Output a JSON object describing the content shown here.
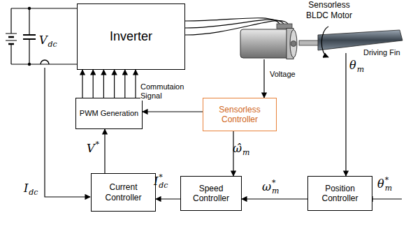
{
  "diagram": {
    "nodes": [
      {
        "text": [
          "Inverter"
        ]
      },
      {
        "text": [
          "Sensorless BLDC Motor"
        ]
      },
      {
        "text": [
          "PWM Generation"
        ]
      },
      {
        "text": [
          "Sensorless Controller"
        ]
      },
      {
        "text": [
          "Current Controller"
        ]
      },
      {
        "text": [
          "Speed Controller"
        ]
      },
      {
        "text": [
          "Position Controller"
        ]
      }
    ],
    "edges": [
      {
        "from": 0,
        "to": 1,
        "arrow": "none"
      },
      {
        "from": 1,
        "to": 3,
        "arrow": "to",
        "label": "Voltage"
      },
      {
        "from": 1,
        "to": 6,
        "arrow": "to"
      },
      {
        "from": 2,
        "to": 0,
        "arrow": "to"
      },
      {
        "from": 3,
        "to": 2,
        "arrow": "to",
        "label": "Commutaion Signal"
      },
      {
        "from": 3,
        "to": 5,
        "arrow": "to"
      },
      {
        "from": 6,
        "to": 5,
        "arrow": "to"
      },
      {
        "from": 5,
        "to": 4,
        "arrow": "to"
      },
      {
        "from": 4,
        "to": 2,
        "arrow": "to"
      }
    ],
    "labels": [
      "V",
      "dc",
      "I",
      "dc",
      "V",
      "*",
      "I",
      "dc",
      "*",
      "ω̂",
      "m",
      "ω",
      "m",
      "*",
      "θ",
      "m",
      "θ",
      "m",
      "*",
      "Driving Fin"
    ]
  }
}
